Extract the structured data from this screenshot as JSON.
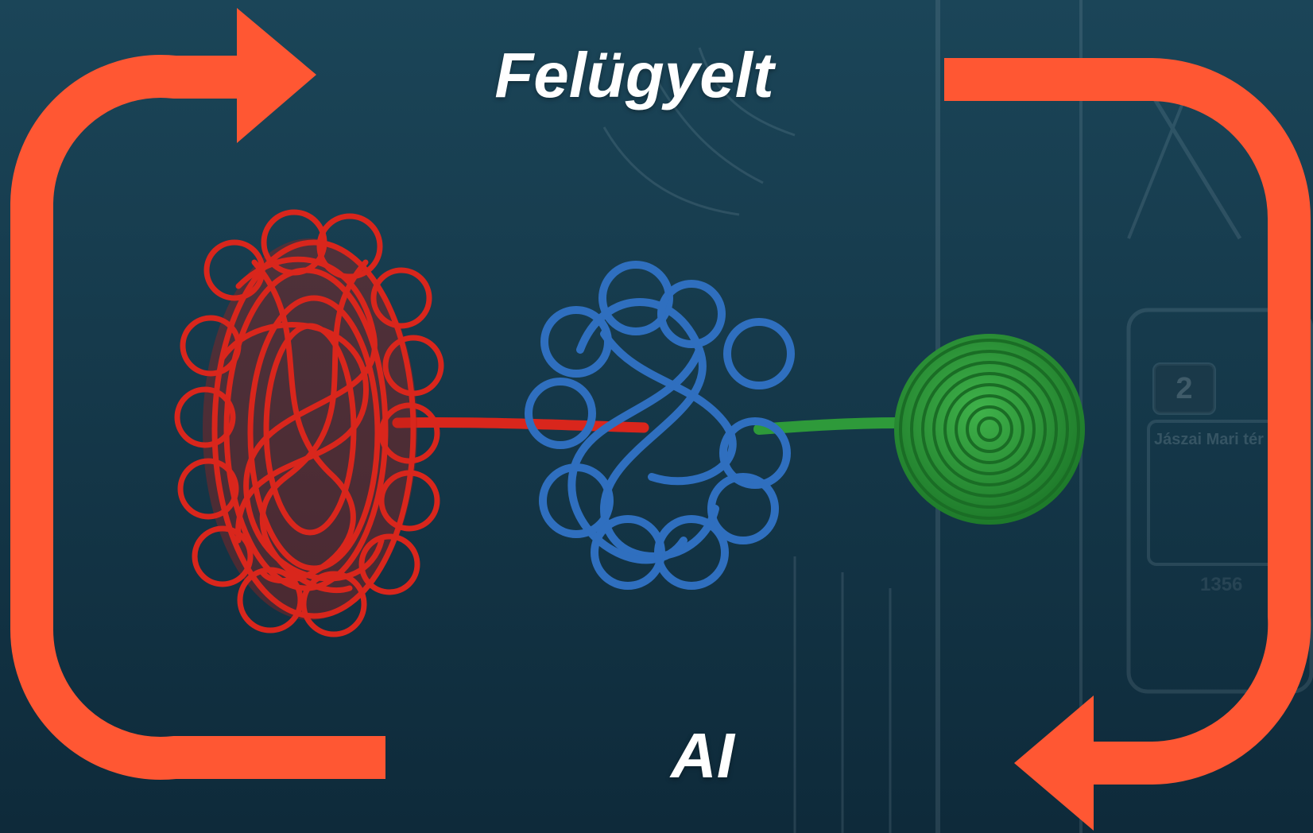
{
  "labels": {
    "top": "Felügyelt",
    "bottom": "AI"
  },
  "background_sign": {
    "route_number": "2",
    "destination": "Jászai Mari tér",
    "vehicle_number": "1356"
  },
  "colors": {
    "background_top": "#1b4558",
    "background_bottom": "#0e2a3a",
    "arrow": "#ff5733",
    "knot_messy": "#d9261c",
    "knot_structured": "#2f6fbf",
    "knot_spiral": "#2e9a3a",
    "label_text": "#ffffff"
  },
  "icons": {
    "cycle_arrows": [
      "curved-arrow-right-icon",
      "curved-arrow-left-icon"
    ],
    "knots": [
      "tangled-red-rope-icon",
      "blue-knot-rope-icon",
      "green-spiral-rope-icon"
    ]
  }
}
